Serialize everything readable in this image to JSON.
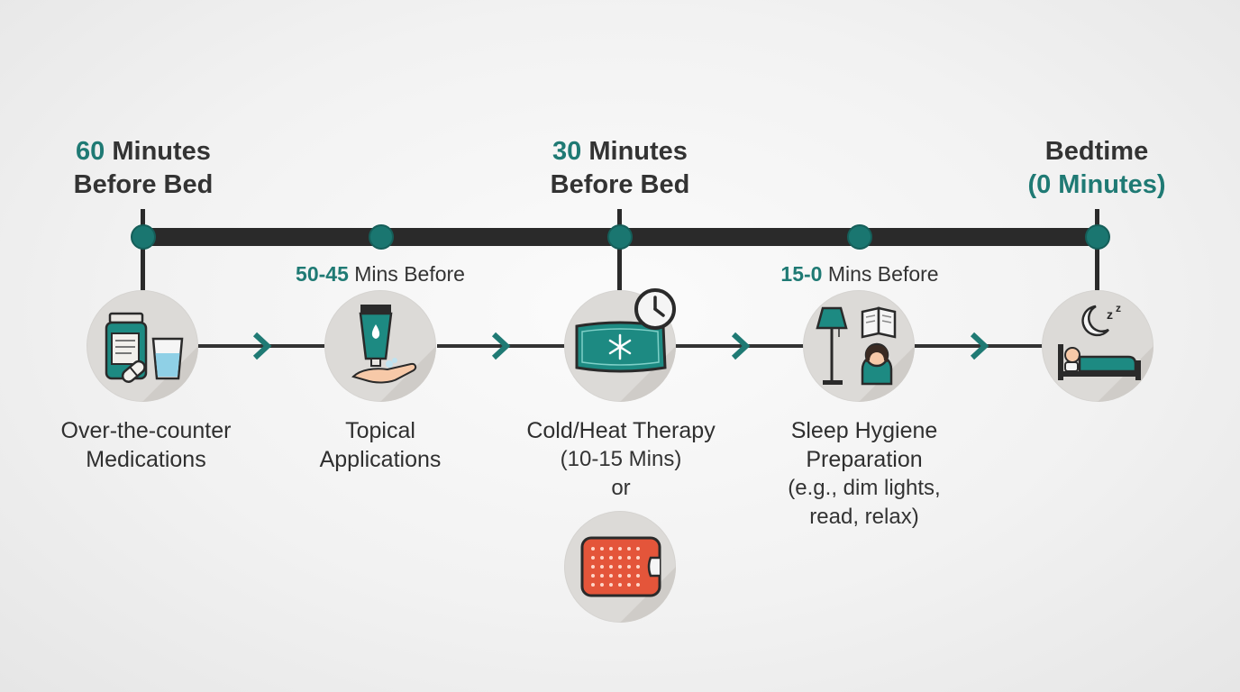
{
  "milestones": [
    {
      "line1_accent": "60",
      "line1_rest": " Minutes",
      "line2": "Before Bed"
    },
    {
      "line1_accent": "30",
      "line1_rest": " Minutes",
      "line2": "Before Bed"
    },
    {
      "line1": "Bedtime",
      "line2": "(0 Minutes)"
    }
  ],
  "intermediate": [
    {
      "accent": "50-45",
      "rest": " Mins Before"
    },
    {
      "accent": "15-0",
      "rest": " Mins Before"
    }
  ],
  "steps": [
    {
      "lines": [
        "Over-the-counter",
        "Medications"
      ],
      "icon": "medication-bottle-and-water-icon"
    },
    {
      "lines": [
        "Topical",
        "Applications"
      ],
      "icon": "cream-tube-hand-icon"
    },
    {
      "lines": [
        "Cold/Heat Therapy"
      ],
      "note": "(10-15 Mins)",
      "or": "or",
      "icon": "ice-pack-clock-icon",
      "alt_icon": "heating-pad-icon"
    },
    {
      "lines": [
        "Sleep Hygiene",
        "Preparation"
      ],
      "note_lines": [
        "(e.g., dim lights,",
        "read, relax)"
      ],
      "icon": "lamp-book-person-icon"
    },
    {
      "lines": [],
      "icon": "sleeping-in-bed-icon"
    }
  ],
  "colors": {
    "accent": "#1f7a74",
    "line": "#2a2a2a",
    "heat_pad": "#e4553a",
    "ice_pack": "#1d8a82"
  }
}
